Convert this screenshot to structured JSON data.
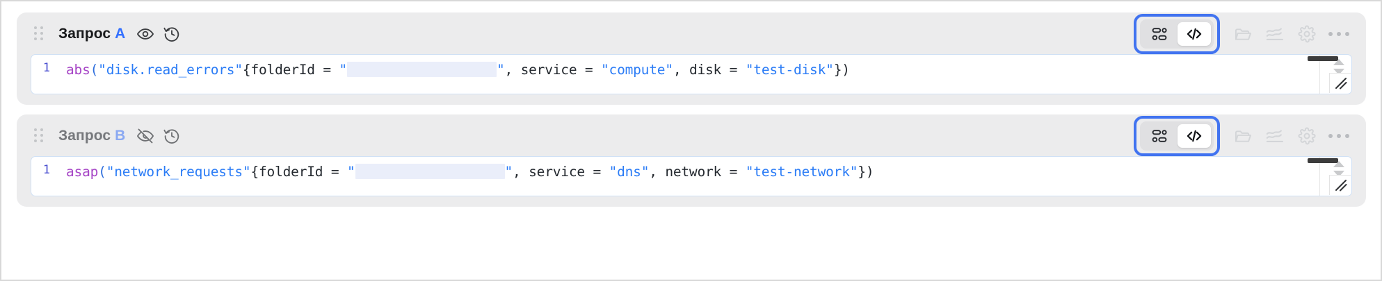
{
  "rows": [
    {
      "id": "a",
      "title": "Запрос",
      "letter": "A",
      "visibility_icon": "eye-icon",
      "history_icon": "history-icon",
      "line_number": "1",
      "code": {
        "fn": "abs",
        "open": "(",
        "metric": "\"disk.read_errors\"",
        "brace_open": "{",
        "key1": "folderId = ",
        "quote_open": "\"",
        "redacted_width": 215,
        "quote_close": "\"",
        "mid": ", service = ",
        "val_service": "\"compute\"",
        "tail_key": ", disk = ",
        "val_tail": "\"test-disk\"",
        "close": "})"
      },
      "toggle": {
        "blocks_label": "blocks-view",
        "code_label": "code-view",
        "active": "code-view",
        "highlighted": true
      },
      "tools": [
        "folder-icon",
        "chart-line-icon",
        "gear-icon",
        "ellipsis-icon"
      ]
    },
    {
      "id": "b",
      "title": "Запрос",
      "letter": "B",
      "visibility_icon": "eye-off-icon",
      "history_icon": "history-icon",
      "line_number": "1",
      "code": {
        "fn": "asap",
        "open": "(",
        "metric": "\"network_requests\"",
        "brace_open": "{",
        "key1": "folderId = ",
        "quote_open": "\"",
        "redacted_width": 215,
        "quote_close": "\"",
        "mid": ", service = ",
        "val_service": "\"dns\"",
        "tail_key": ", network = ",
        "val_tail": "\"test-network\"",
        "close": "})"
      },
      "toggle": {
        "blocks_label": "blocks-view",
        "code_label": "code-view",
        "active": "code-view",
        "highlighted": true
      },
      "tools": [
        "folder-icon",
        "chart-line-icon",
        "gear-icon",
        "ellipsis-icon"
      ]
    }
  ],
  "colors": {
    "card_bg": "#ececed",
    "highlight_ring": "#4173f0",
    "accent_blue": "#3370ff",
    "code_string": "#2b7cf6",
    "code_function": "#a645c6",
    "redaction": "#eaeefa",
    "editor_border": "#cfe0f5"
  }
}
